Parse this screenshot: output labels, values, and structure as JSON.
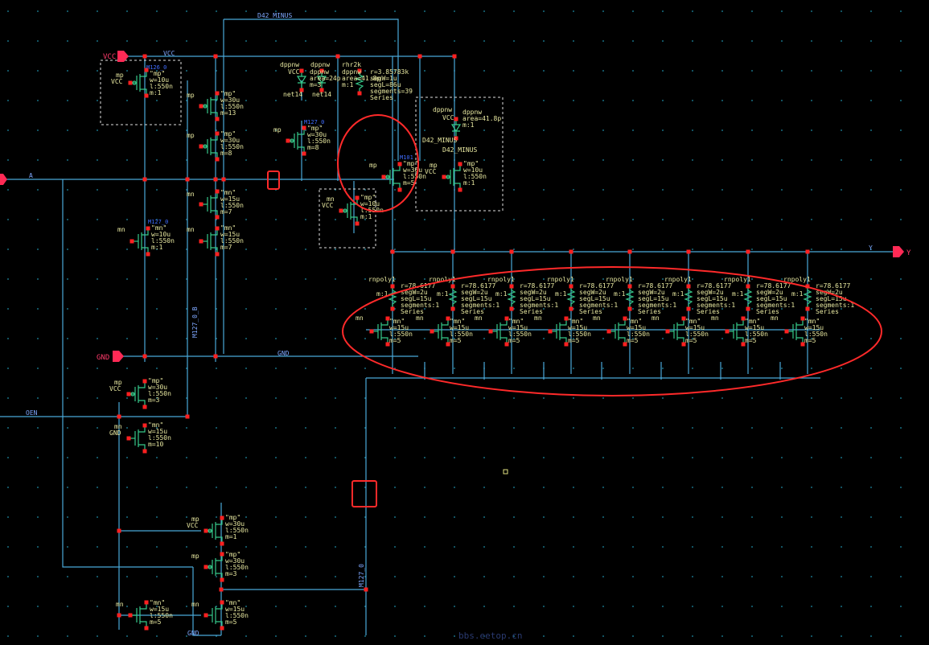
{
  "pins": {
    "vcc": "VCC",
    "gnd": "GND",
    "a": "A",
    "oen": "OEN",
    "y": "Y"
  },
  "nets": {
    "d42_minus": "D42_MINUS",
    "vcc": "VCC",
    "gnd": "GND",
    "m127": "M127_0",
    "m127_b": "M127_0_B",
    "net14": "net14",
    "y": "Y"
  },
  "top_devices": {
    "mp_gate": {
      "type": "mp",
      "model": "\"mp\"",
      "w": "w=10u",
      "l": "l:550n",
      "m": "m:1",
      "inst": "M126_0",
      "net": "VCC"
    },
    "mp_stack1": {
      "type": "mp",
      "model": "\"mp\"",
      "w": "w=30u",
      "l": "l:550n",
      "m": "m=13"
    },
    "mp_stack2": {
      "type": "mp",
      "model": "\"mp\"",
      "w": "w=30u",
      "l": "l:550n",
      "m": "m=8"
    },
    "mn_stack1": {
      "type": "mn",
      "model": "\"mn\"",
      "w": "w=15u",
      "l": "l:550n",
      "m": "m=7"
    },
    "mn_stack2": {
      "type": "mn",
      "model": "\"mn\"",
      "w": "w=15u",
      "l": "l:550n",
      "m": "m=7"
    },
    "mn_left": {
      "type": "mn",
      "model": "\"mn\"",
      "w": "w=10u",
      "l": "l:550n",
      "m": "m:1",
      "inst": "M127_0"
    },
    "dpp1": {
      "type": "dppnw",
      "net": "VCC",
      "inst": "net14"
    },
    "dpp2": {
      "type": "dppnw",
      "lines": [
        "dppnw",
        "area=24p",
        "m=3"
      ],
      "inst": "net14"
    },
    "res_r": {
      "type": "rhr2k",
      "lines": [
        "dppnw",
        "area=41.8p",
        "m:1"
      ]
    },
    "res_main": {
      "lines": [
        "r=3.85783k",
        "segW=1u",
        "segL=86u",
        "segments=39",
        "Series"
      ]
    },
    "mp_mid": {
      "type": "mp",
      "model": "\"mp\"",
      "w": "w=30u",
      "l": "l:550n",
      "m": "m=8",
      "inst": "M127_0"
    },
    "mp_circled": {
      "type": "mp",
      "model": "\"mp\"",
      "w": "w=30u",
      "l": "l:550n",
      "m": "m=5",
      "inst": "M101"
    },
    "mp_small": {
      "type": "mn",
      "model": "\"mp\"",
      "w": "w=10u",
      "l": "l:550n",
      "m": "m:1",
      "net": "VCC",
      "net2": "D42_MINUS"
    },
    "esd_diode": {
      "type": "dppnw",
      "net": "VCC",
      "lines": [
        "dppnw",
        "area=41.8p",
        "m:1"
      ],
      "net2": "D42_MINUS",
      "net3": "D42_MINUS"
    },
    "mp_right": {
      "type": "mp",
      "model": "\"mp\"",
      "w": "w=10u",
      "l": "l:550n",
      "m": "m:1",
      "net": "VCC"
    }
  },
  "out_stage": {
    "res_type": "rnpoly1",
    "res_lines": [
      "r=78.6177",
      "segW=2u",
      "segL=15u",
      "segments:1",
      "Series"
    ],
    "res_m": "m:1",
    "nmos_type": "mn",
    "nmos_model": "\"mn\"",
    "nmos_lines": [
      "w=15u",
      "l:550n",
      "m=5"
    ],
    "count": 8
  },
  "bottom_devices": {
    "mp1": {
      "type": "mp",
      "net": "VCC",
      "model": "\"mp\"",
      "w": "w=30u",
      "l": "l:550n",
      "m": "m=3"
    },
    "mn1": {
      "type": "mn",
      "net": "GND",
      "model": "\"mn\"",
      "w": "w=15u",
      "l": "l:550n",
      "m": "m=10"
    },
    "mp2": {
      "type": "mp",
      "net": "VCC",
      "model": "\"mp\"",
      "w": "w=30u",
      "l": "l:550n",
      "m": "m=1"
    },
    "mp3": {
      "type": "mp",
      "model": "\"mp\"",
      "w": "w=30u",
      "l": "l:550n",
      "m": "m=3"
    },
    "mn2": {
      "type": "mn",
      "model": "\"mn\"",
      "w": "w=15u",
      "l": "l:550n",
      "m": "m=5"
    },
    "mn3": {
      "type": "mn",
      "model": "\"mn\"",
      "w": "w=15u",
      "l": "l:550n",
      "m": "m=5"
    },
    "gnd_bottom": "GND"
  },
  "watermark": "bbs.eetop.cn",
  "colors": {
    "background": "#000000",
    "wire": "#4aa8d8",
    "device": "#36c98a",
    "pin": "#ff2a55",
    "node": "#ff2020",
    "label": "#e8e8a0",
    "instance": "#3f6cff",
    "highlight": "#ff2a2a",
    "grid_dot": "#1f8fa8"
  }
}
